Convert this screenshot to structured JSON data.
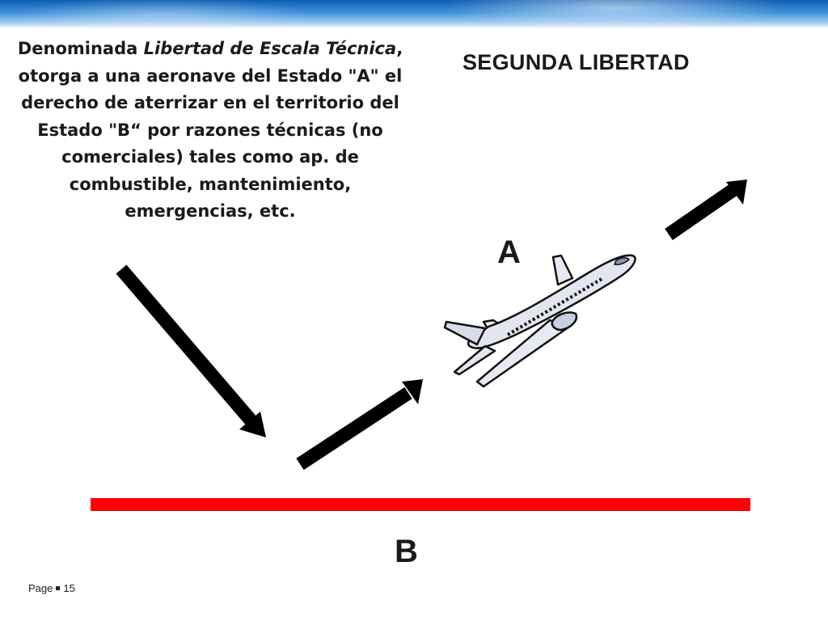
{
  "slide": {
    "description": {
      "prefix": "Denominada ",
      "emphasis": "Libertad de Escala Técnica",
      "suffix": ", otorga a una aeronave del Estado \"A\" el derecho de aterrizar en el territorio del Estado \"B“ por razones técnicas (no comerciales) tales como ap. de combustible, mantenimiento, emergencias, etc."
    },
    "title": "SEGUNDA LIBERTAD",
    "label_a": "A",
    "label_b": "B",
    "runway_color": "#ff0000",
    "arrow_color": "#000000",
    "banner_color": "#1b6cc2"
  },
  "footer": {
    "page_word": "Page",
    "page_number": "15"
  },
  "icons": [
    "airplane-icon",
    "arrow-down-right-icon",
    "arrow-up-right-icon"
  ]
}
